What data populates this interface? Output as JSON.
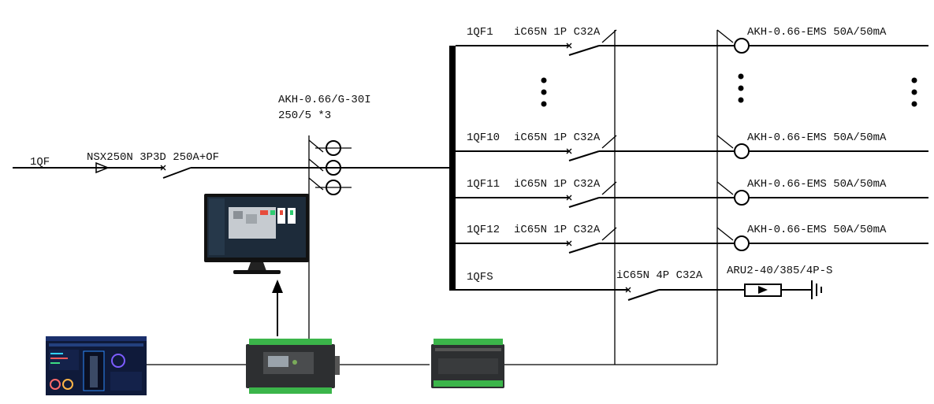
{
  "main_breaker": {
    "id": "1QF",
    "spec": "NSX250N 3P3D 250A+OF"
  },
  "current_transformer": {
    "model": "AKH-0.66/G-30I",
    "ratio": "250/5 *3"
  },
  "branches": [
    {
      "id": "1QF1",
      "breaker": "iC65N 1P C32A",
      "sensor": "AKH-0.66-EMS 50A/50mA"
    },
    {
      "id": "1QF10",
      "breaker": "iC65N 1P C32A",
      "sensor": "AKH-0.66-EMS 50A/50mA"
    },
    {
      "id": "1QF11",
      "breaker": "iC65N 1P C32A",
      "sensor": "AKH-0.66-EMS 50A/50mA"
    },
    {
      "id": "1QF12",
      "breaker": "iC65N 1P C32A",
      "sensor": "AKH-0.66-EMS 50A/50mA"
    }
  ],
  "spd_branch": {
    "id": "1QFS",
    "breaker": "iC65N 4P C32A",
    "spd": "ARU2-40/385/4P-S"
  },
  "devices": {
    "monitor": "monitor-display",
    "dashboard": "software-dashboard",
    "meter": "multi-circuit-meter",
    "io_module": "expansion-module"
  },
  "colors": {
    "line": "#000000",
    "screen_bg": "#1d2b3a",
    "device_body": "#2d2f31",
    "terminal": "#3bb54a"
  }
}
